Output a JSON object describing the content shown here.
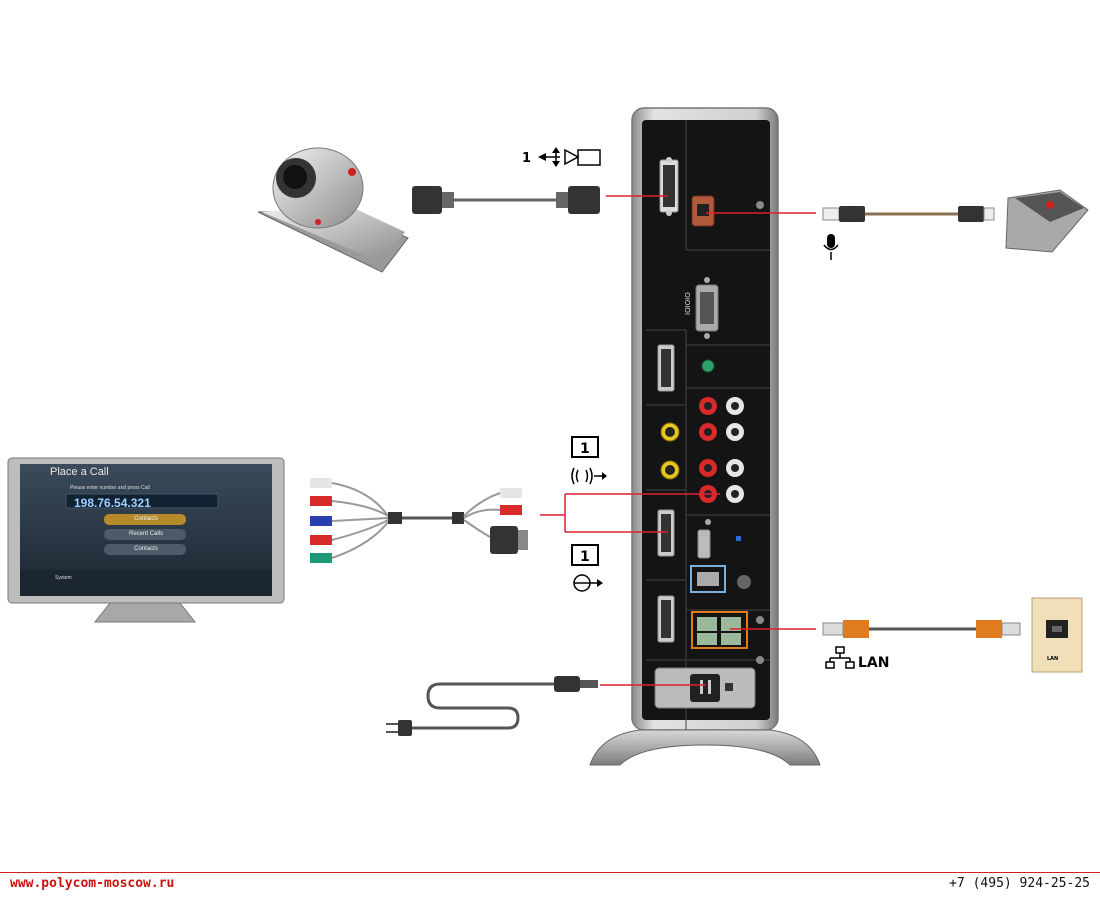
{
  "labels": {
    "camera_port_number": "1",
    "display_port_1": "1",
    "display_port_2": "1",
    "lan": "LAN",
    "lan_jack": "LAN",
    "serial": "IOIOIO"
  },
  "tv_screen": {
    "title": "Place a Call",
    "caption": "Please enter number and press Call",
    "ip": "198.76.54.321",
    "menu": [
      "Contacts",
      "Recent Calls",
      "Contacts"
    ],
    "system": "System"
  },
  "footer": {
    "website": "www.polycom-moscow.ru",
    "phone": "+7 (495) 924-25-25"
  },
  "colors": {
    "connector_line": "#e02030",
    "unit_body": "#1a1a1a",
    "unit_frame": "#c8c8c8",
    "cable": "#555555"
  },
  "icons": [
    "camera-icon",
    "microphone-pod-icon",
    "mic-icon",
    "display-icon",
    "audio-out-icon",
    "video-out-icon",
    "network-icon",
    "power-plug-icon",
    "lan-wall-jack-icon"
  ]
}
